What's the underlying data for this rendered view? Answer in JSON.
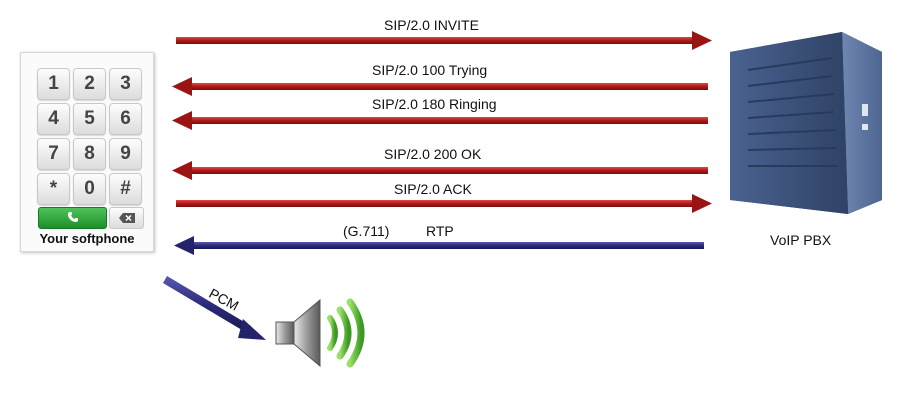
{
  "messages": {
    "invite": "SIP/2.0 INVITE",
    "trying": "SIP/2.0 100 Trying",
    "ringing": "SIP/2.0 180 Ringing",
    "ok": "SIP/2.0 200 OK",
    "ack": "SIP/2.0 ACK",
    "codec": "(G.711)",
    "rtp": "RTP",
    "pcm": "PCM"
  },
  "phone": {
    "caption": "Your softphone",
    "keys": [
      "1",
      "2",
      "3",
      "4",
      "5",
      "6",
      "7",
      "8",
      "9",
      "*",
      "0",
      "#"
    ],
    "call_icon": "phone-icon",
    "backspace_icon": "backspace-icon"
  },
  "pbx": {
    "caption": "VoIP PBX",
    "icon": "server-tower-icon"
  },
  "speaker": {
    "icon": "speaker-icon"
  },
  "colors": {
    "sip_arrow": "#b01818",
    "rtp_arrow": "#2b2a7a",
    "server_body": "#3d5278",
    "sound_waves": "#63c23a",
    "call_button": "#2ea33a"
  }
}
